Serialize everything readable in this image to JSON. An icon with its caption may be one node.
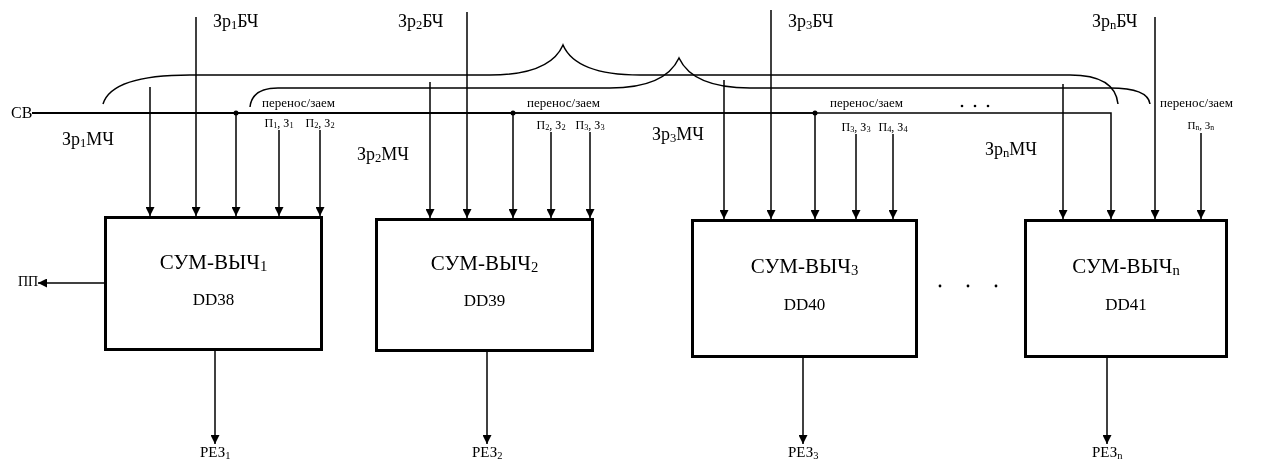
{
  "diagram": {
    "nodes": [
      {
        "text": [
          "СУМ-ВЫЧ$_{1}$",
          "DD38"
        ]
      },
      {
        "text": [
          "СУМ-ВЫЧ$_{2}$",
          "DD39"
        ]
      },
      {
        "text": [
          "СУМ-ВЫЧ$_{3}$",
          "DD40"
        ]
      },
      {
        "text": [
          "СУМ-ВЫЧ$_{n}$",
          "DD41"
        ]
      },
      {
        "text": [
          "П$_{1}$, З$_{1}$"
        ]
      },
      {
        "text": [
          "П$_{2}$, З$_{2}$"
        ]
      },
      {
        "text": [
          "П$_{2}$, З$_{2}$"
        ]
      },
      {
        "text": [
          "П$_{3}$, З$_{3}$"
        ]
      },
      {
        "text": [
          "П$_{3}$, З$_{3}$"
        ]
      },
      {
        "text": [
          "П$_{4}$, З$_{4}$"
        ]
      },
      {
        "text": [
          "П$_{n}$, З$_{n}$"
        ]
      },
      {
        "text": [
          "ПП"
        ]
      },
      {
        "text": [
          "РЕЗ$_{1}$"
        ]
      },
      {
        "text": [
          "РЕЗ$_{2}$"
        ]
      },
      {
        "text": [
          "РЕЗ$_{3}$"
        ]
      },
      {
        "text": [
          "РЕЗ$_{n}$"
        ]
      },
      {
        "text": [
          "СВ"
        ]
      }
    ],
    "edges": [
      {
        "from": null,
        "to": 0,
        "arrow": "to"
      },
      {
        "from": null,
        "to": 0,
        "arrow": "to"
      },
      {
        "from": 16,
        "to": 0,
        "arrow": "to"
      },
      {
        "from": 4,
        "to": 0,
        "arrow": "to"
      },
      {
        "from": 5,
        "to": 0,
        "arrow": "to"
      },
      {
        "from": 0,
        "to": 11,
        "arrow": "to"
      },
      {
        "from": 0,
        "to": 12,
        "arrow": "to"
      },
      {
        "from": null,
        "to": 1,
        "arrow": "to"
      },
      {
        "from": null,
        "to": 1,
        "arrow": "to"
      },
      {
        "from": 16,
        "to": 1,
        "arrow": "to"
      },
      {
        "from": 6,
        "to": 1,
        "arrow": "to"
      },
      {
        "from": 7,
        "to": 1,
        "arrow": "to"
      },
      {
        "from": 1,
        "to": 13,
        "arrow": "to"
      },
      {
        "from": null,
        "to": 2,
        "arrow": "to"
      },
      {
        "from": null,
        "to": 2,
        "arrow": "to"
      },
      {
        "from": 16,
        "to": 2,
        "arrow": "to"
      },
      {
        "from": 8,
        "to": 2,
        "arrow": "to"
      },
      {
        "from": 9,
        "to": 2,
        "arrow": "to"
      },
      {
        "from": 2,
        "to": 14,
        "arrow": "to"
      },
      {
        "from": null,
        "to": 3,
        "arrow": "to"
      },
      {
        "from": 16,
        "to": 3,
        "arrow": "to"
      },
      {
        "from": null,
        "to": 3,
        "arrow": "to"
      },
      {
        "from": 10,
        "to": 3,
        "arrow": "to"
      },
      {
        "from": 3,
        "to": 15,
        "arrow": "to"
      }
    ],
    "labels": [
      "Зр$_{1}$БЧ",
      "Зр$_{2}$БЧ",
      "Зр$_{3}$БЧ",
      "Зр$_{n}$БЧ",
      "перенос/заем",
      "перенос/заем",
      "перенос/заем",
      "перенос/заем",
      "Зр$_{1}$МЧ",
      "Зр$_{2}$МЧ",
      "Зр$_{3}$МЧ",
      "Зр$_{n}$МЧ"
    ]
  }
}
